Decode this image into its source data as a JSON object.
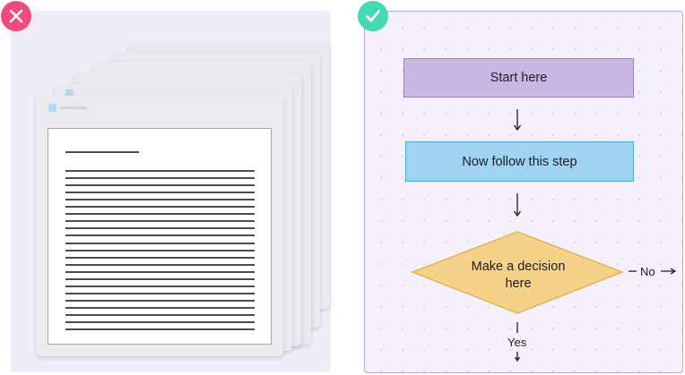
{
  "badges": {
    "bad": {
      "icon": "cross-icon",
      "color": "#f0497a"
    },
    "good": {
      "icon": "check-icon",
      "color": "#43d9b3"
    }
  },
  "flowchart": {
    "nodes": {
      "start": "Start here",
      "step": "Now follow this step",
      "decision_line1": "Make a decision",
      "decision_line2": "here"
    },
    "edges": {
      "yes": "Yes",
      "no": "No"
    },
    "colors": {
      "start_fill": "#c9b6e2",
      "step_fill": "#9fd3ef",
      "decision_fill": "#f4d28a"
    }
  }
}
